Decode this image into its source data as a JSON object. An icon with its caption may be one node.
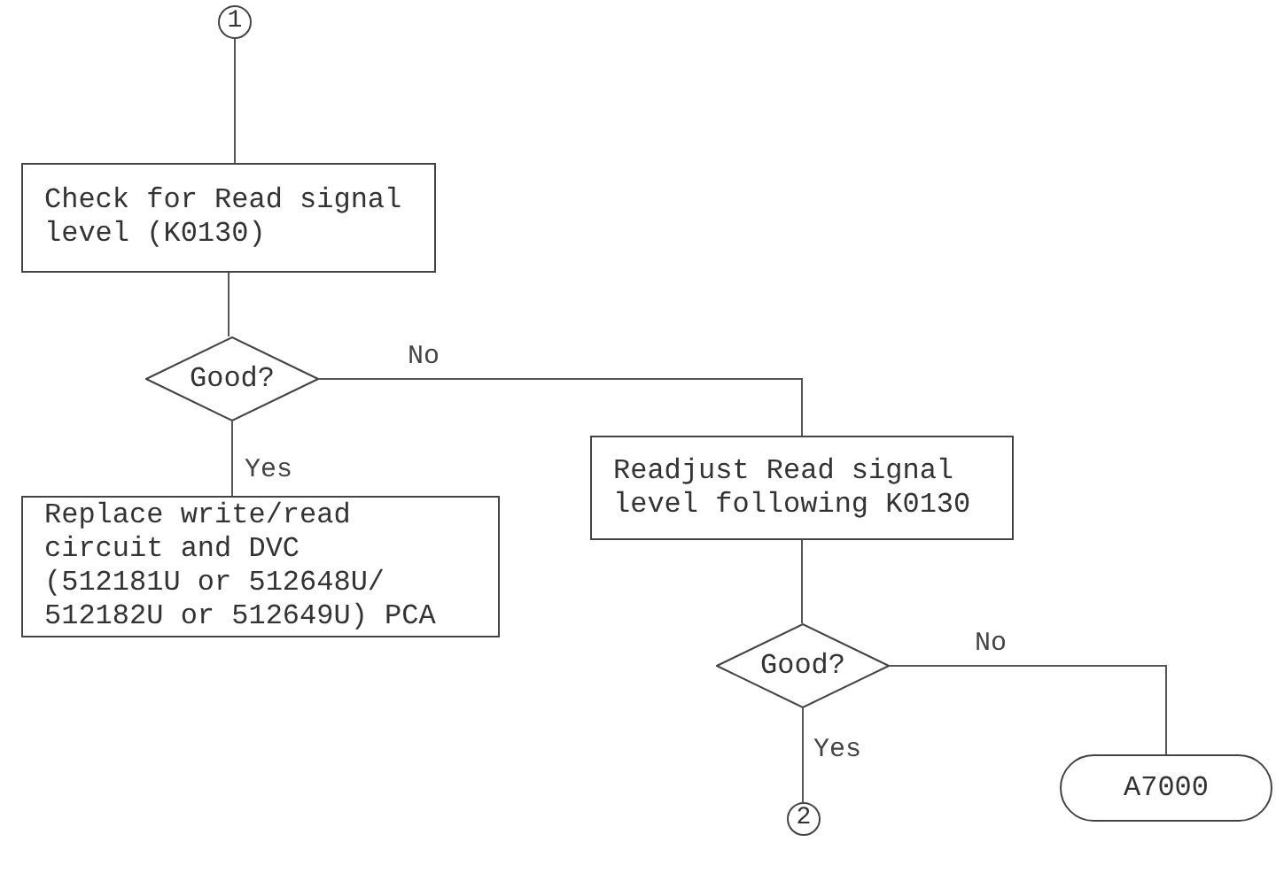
{
  "diagram": {
    "nodes": [
      {
        "text": [
          "1"
        ]
      },
      {
        "text": [
          "Check for Read signal level (K0130)"
        ]
      },
      {
        "text": [
          "Good?"
        ]
      },
      {
        "text": [
          "Replace write/read circuit and DVC (512181U or 512648U/ 512182U or 512649U) PCA"
        ]
      },
      {
        "text": [
          "Readjust Read signal level following K0130"
        ]
      },
      {
        "text": [
          "Good?"
        ]
      },
      {
        "text": [
          "2"
        ]
      },
      {
        "text": [
          "A7000"
        ]
      }
    ],
    "edges": [
      {
        "from": 0,
        "to": 1,
        "arrow": "none"
      },
      {
        "from": 1,
        "to": 2,
        "arrow": "none"
      },
      {
        "from": 2,
        "to": 3,
        "label": "Yes",
        "arrow": "none"
      },
      {
        "from": 2,
        "to": 4,
        "label": "No",
        "arrow": "none"
      },
      {
        "from": 4,
        "to": 5,
        "arrow": "none"
      },
      {
        "from": 5,
        "to": 6,
        "label": "Yes",
        "arrow": "none"
      },
      {
        "from": 5,
        "to": 7,
        "label": "No",
        "arrow": "none"
      }
    ]
  }
}
